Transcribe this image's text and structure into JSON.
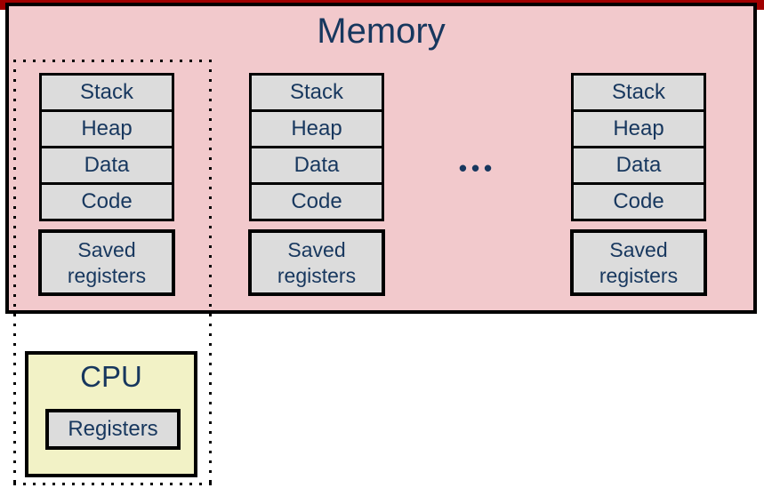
{
  "memory": {
    "title": "Memory",
    "ellipsis": "•••",
    "columns": [
      {
        "segments": [
          "Stack",
          "Heap",
          "Data",
          "Code"
        ],
        "saved_registers": "Saved registers"
      },
      {
        "segments": [
          "Stack",
          "Heap",
          "Data",
          "Code"
        ],
        "saved_registers": "Saved registers"
      },
      {
        "segments": [
          "Stack",
          "Heap",
          "Data",
          "Code"
        ],
        "saved_registers": "Saved registers"
      }
    ]
  },
  "cpu": {
    "label": "CPU",
    "registers_label": "Registers"
  },
  "colors": {
    "accent_red": "#A00000",
    "memory_fill": "#F2C9CC",
    "cpu_fill": "#F2F2C6",
    "box_fill": "#DCDCDC",
    "text_navy": "#17375E",
    "border_black": "#000000"
  }
}
